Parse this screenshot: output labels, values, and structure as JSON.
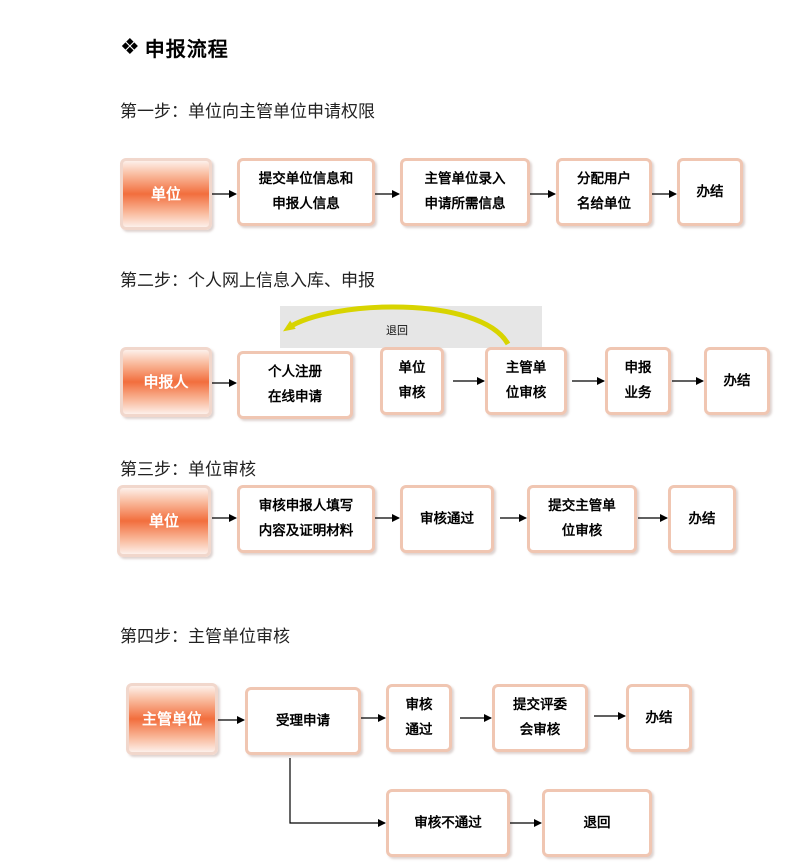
{
  "heading": {
    "icon": "❖",
    "title": "申报流程"
  },
  "steps": [
    {
      "title": "第一步：单位向主管单位申请权限",
      "nodes": [
        "单位",
        "提交单位信息和\n申报人信息",
        "主管单位录入\n申请所需信息",
        "分配用户\n名给单位",
        "办结"
      ]
    },
    {
      "title": "第二步：个人网上信息入库、申报",
      "return_label": "退回",
      "nodes": [
        "申报人",
        "个人注册\n在线申请",
        "单位\n审核",
        "主管单\n位审核",
        "申报\n业务",
        "办结"
      ]
    },
    {
      "title": "第三步：单位审核",
      "nodes": [
        "单位",
        "审核申报人填写\n内容及证明材料",
        "审核通过",
        "提交主管单\n位审核",
        "办结"
      ]
    },
    {
      "title": "第四步：主管单位审核",
      "nodes": [
        "主管单位",
        "受理申请",
        "审核\n通过",
        "提交评委\n会审核",
        "办结"
      ],
      "branch_nodes": [
        "审核不通过",
        "退回"
      ]
    }
  ],
  "colors": {
    "start_gradient_mid": "#f26e3d",
    "box_border": "#f0c6b2",
    "return_arrow": "#d8d400",
    "return_band": "#e6e6e6"
  }
}
